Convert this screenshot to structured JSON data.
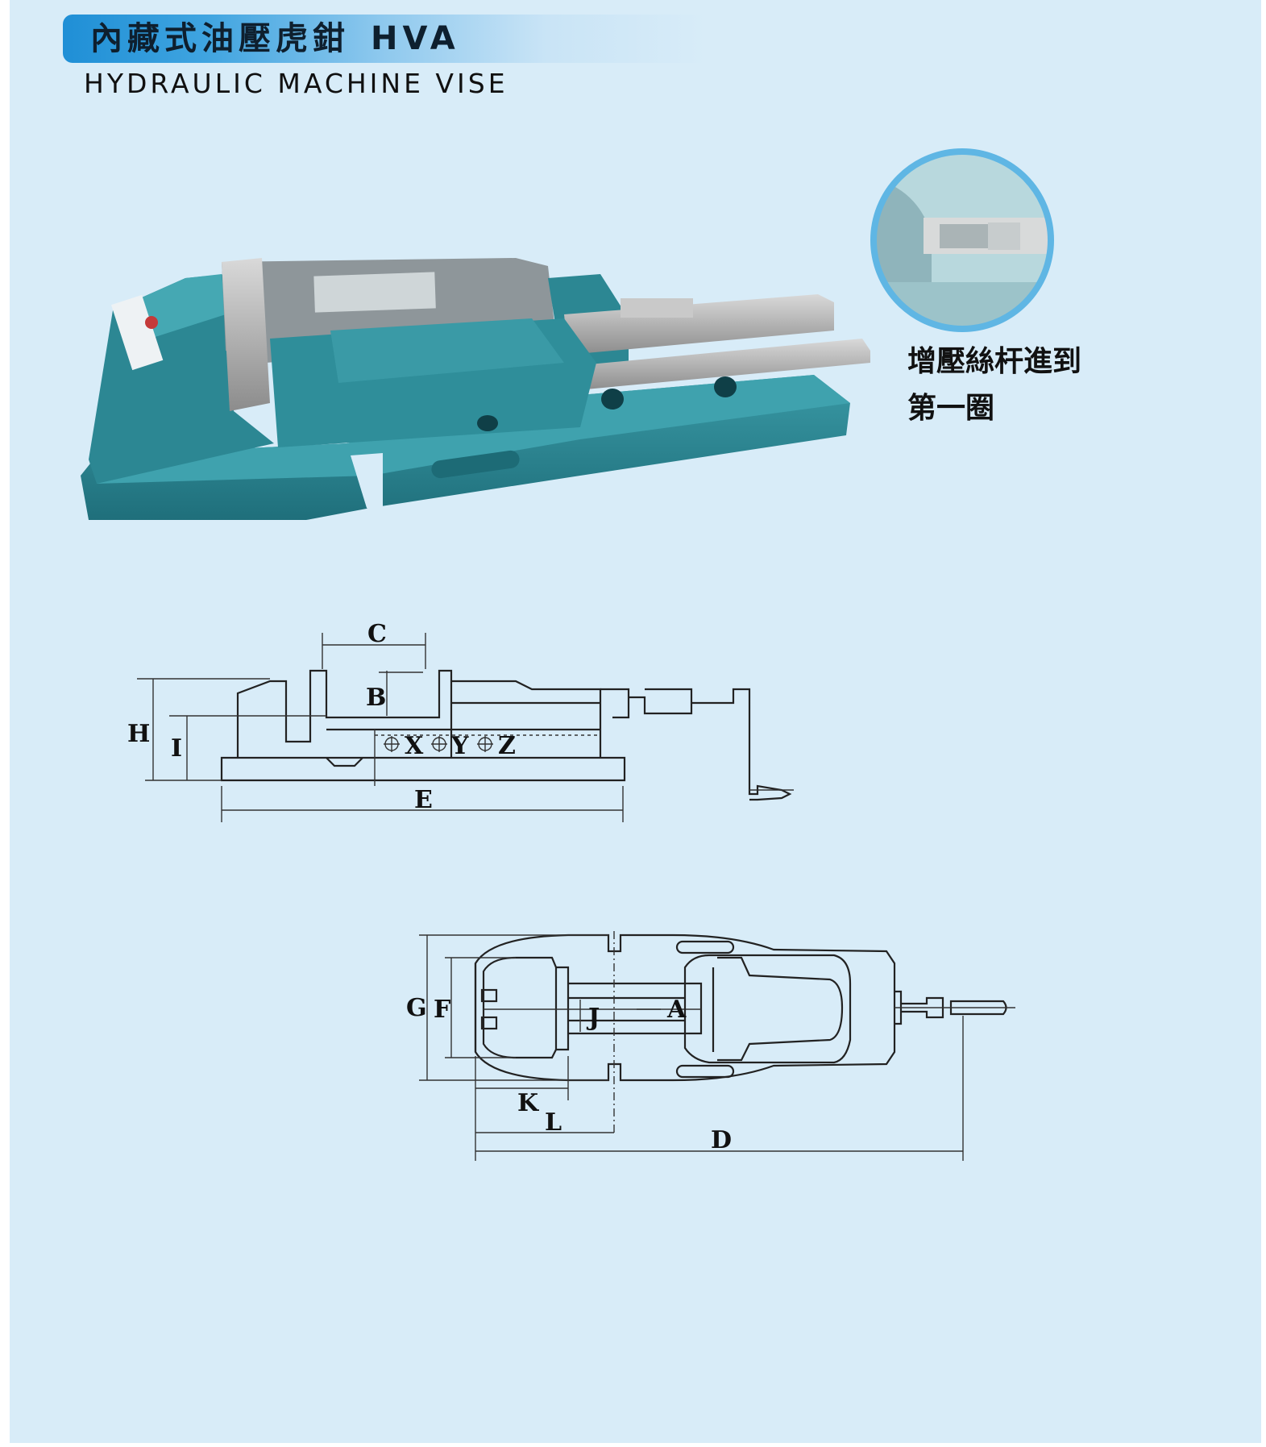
{
  "header": {
    "title_zh": "內藏式油壓虎鉗",
    "model_code": "HVA",
    "subtitle_en": "HYDRAULIC MACHINE VISE"
  },
  "inset": {
    "caption_line1": "增壓絲杆進到",
    "caption_line2": "第一圈"
  },
  "side_view": {
    "labels": {
      "C": "C",
      "B": "B",
      "H": "H",
      "I": "I",
      "X": "X",
      "Y": "Y",
      "Z": "Z",
      "E": "E"
    }
  },
  "top_view": {
    "labels": {
      "G": "G",
      "F": "F",
      "J": "J",
      "A": "A",
      "K": "K",
      "L": "L",
      "D": "D"
    }
  },
  "colors": {
    "background": "#d8ecf8",
    "title_bar": "#1f8fd6",
    "vise_body": "#2f8e9a",
    "inset_ring": "#5fb6e4"
  }
}
